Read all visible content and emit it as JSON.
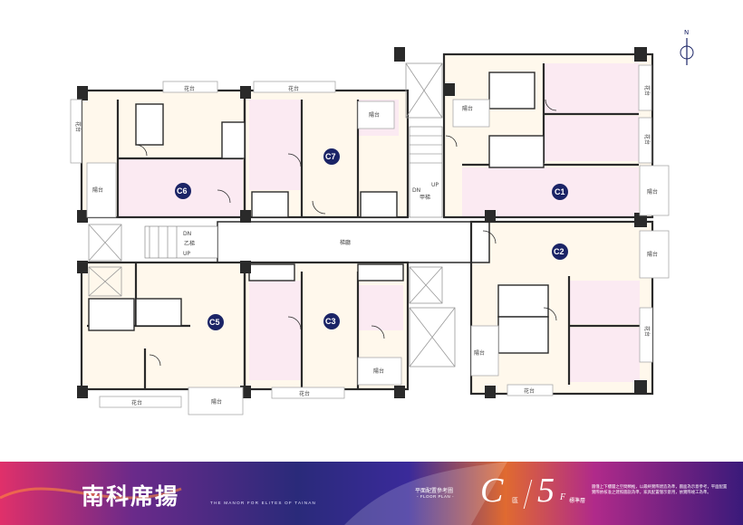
{
  "compass": {
    "label": "N"
  },
  "units": {
    "c1": "C1",
    "c2": "C2",
    "c3": "C3",
    "c5": "C5",
    "c6": "C6",
    "c7": "C7"
  },
  "rooms": {
    "flower_bed": "花台",
    "balcony": "陽台",
    "corridor": "梯廳",
    "stair_b": "乙梯",
    "stair_a": "甲梯",
    "up": "UP",
    "down": "DN"
  },
  "banner": {
    "brand": "南科席揚",
    "brand_en": "THE MANOR FOR ELITES OF TAINAN",
    "plan_label": "平面配置參考圖",
    "plan_label_en": "- FLOOR PLAN -",
    "zone": "C",
    "zone_sub": "區",
    "floor_num": "5",
    "floor_f": "F",
    "floor_sub": "標準層",
    "disclaimer": "圖僅上下樓層之空間類推，以最終實際建造為準，圖面為示意參考，平面配置實際依核准之建照圖說為準，家具配置僅示意用，依實際竣工為準。"
  },
  "colors": {
    "wall": "#2a2a2a",
    "floor_light": "#fff8ec",
    "room_pink": "#fbeaf2",
    "badge": "#1b2466"
  }
}
